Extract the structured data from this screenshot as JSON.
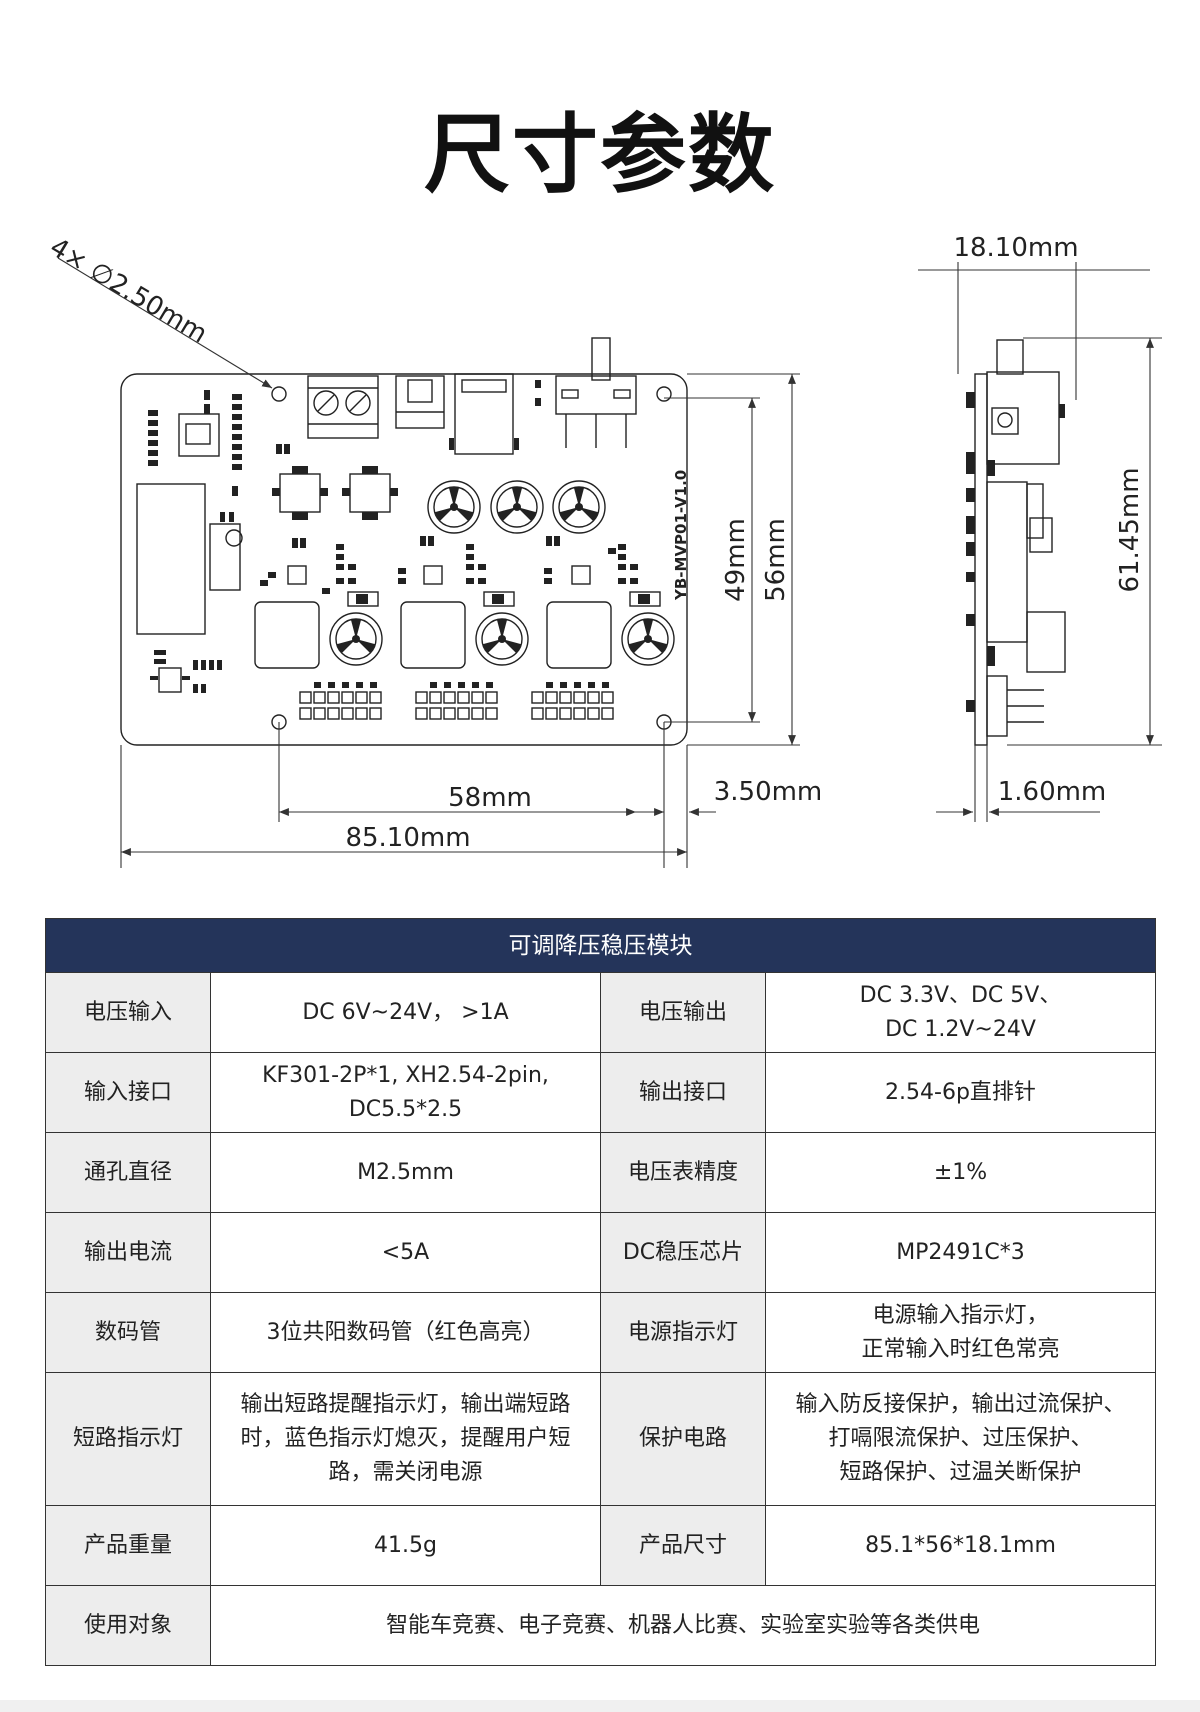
{
  "title": "尺寸参数",
  "dimensions": {
    "hole": "4× ∅2.50mm",
    "depth": "18.10mm",
    "inner_height": "49mm",
    "outer_height": "56mm",
    "side_height": "61.45mm",
    "hole_span": "58mm",
    "edge_offset": "3.50mm",
    "pcb_thickness": "1.60mm",
    "board_width": "85.10mm"
  },
  "silkscreen": "YB-MVP01-V1.0",
  "table": {
    "header": "可调降压稳压模块",
    "rows": [
      {
        "l1": "电压输入",
        "v1": "DC 6V~24V， >1A",
        "l2": "电压输出",
        "v2": "DC 3.3V、DC 5V、\nDC 1.2V~24V"
      },
      {
        "l1": "输入接口",
        "v1": "KF301-2P*1, XH2.54-2pin,\nDC5.5*2.5",
        "l2": "输出接口",
        "v2": "2.54-6p直排针"
      },
      {
        "l1": "通孔直径",
        "v1": "M2.5mm",
        "l2": "电压表精度",
        "v2": "±1%"
      },
      {
        "l1": "输出电流",
        "v1": "<5A",
        "l2": "DC稳压芯片",
        "v2": "MP2491C*3"
      },
      {
        "l1": "数码管",
        "v1": "3位共阳数码管（红色高亮）",
        "l2": "电源指示灯",
        "v2": "电源输入指示灯，\n正常输入时红色常亮"
      },
      {
        "l1": "短路指示灯",
        "v1": "输出短路提醒指示灯，输出端短路\n时，蓝色指示灯熄灭，提醒用户短\n路，需关闭电源",
        "l2": "保护电路",
        "v2": "输入防反接保护，输出过流保护、\n打嗝限流保护、过压保护、\n短路保护、过温关断保护"
      },
      {
        "l1": "产品重量",
        "v1": "41.5g",
        "l2": "产品尺寸",
        "v2": "85.1*56*18.1mm"
      }
    ],
    "last_row": {
      "label": "使用对象",
      "value": "智能车竞赛、电子竞赛、机器人比赛、实验室实验等各类供电"
    }
  }
}
